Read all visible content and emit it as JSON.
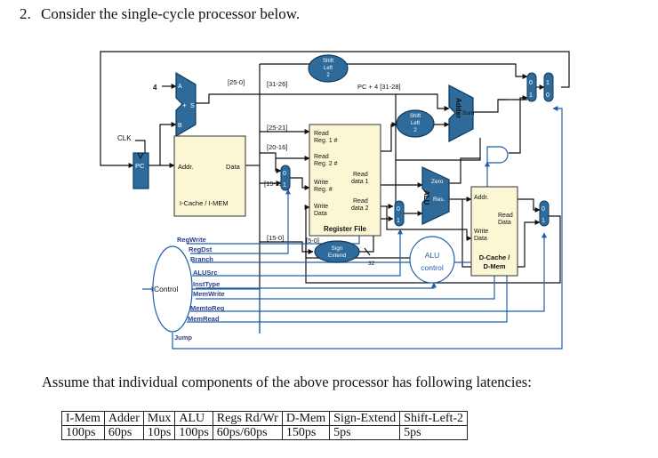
{
  "question": {
    "number": "2.",
    "text": "Consider the single-cycle processor below."
  },
  "diagram": {
    "clk": "CLK",
    "pc": "PC",
    "four": "4",
    "adder_a": "A",
    "adder_b": "B",
    "adder_s": "S",
    "adder_plus": "+",
    "imem_addr": "Addr.",
    "imem_data": "Data",
    "imem_name": "I-Cache / I-MEM",
    "bits_25_0": "[25-0]",
    "bits_31_26": "[31-26]",
    "bits_25_21": "[25-21]",
    "bits_20_16": "[20-16]",
    "bits_15_11": "[15-11]",
    "bits_15_0": "[15-0]",
    "bits_5_0": "[5-0]",
    "pc4_label": "PC + 4 [31-28]",
    "shift_top": [
      "Shift",
      "Left",
      "2"
    ],
    "shift_mid": [
      "Shift",
      "Left",
      "2"
    ],
    "sum": "Sum",
    "adder_vertical": "Adder",
    "rf_read_reg1": [
      "Read",
      "Reg. 1 #"
    ],
    "rf_read_reg2": [
      "Read",
      "Reg. 2 #"
    ],
    "rf_write_reg": [
      "Write",
      "Reg. #"
    ],
    "rf_write_data": [
      "Write",
      "Data"
    ],
    "rf_read_data1": [
      "Read",
      "data 1"
    ],
    "rf_read_data2": [
      "Read",
      "data 2"
    ],
    "rf_name": "Register File",
    "sign_extend": [
      "Sign",
      "Extend"
    ],
    "thirty_two": "32",
    "alu_zero": "Zero",
    "alu_res": "Res.",
    "alu_vertical": "ALU",
    "alu_control": [
      "ALU",
      "control"
    ],
    "dmem_addr": "Addr.",
    "dmem_read_data": [
      "Read",
      "Data"
    ],
    "dmem_write_data": [
      "Write",
      "Data"
    ],
    "dmem_name": [
      "D-Cache /",
      "D-Mem"
    ],
    "mux_0": "0",
    "mux_1": "1",
    "control": "Control",
    "signals": [
      "RegWrite",
      "RegDst",
      "Branch",
      "ALUSrc",
      "InstType",
      "MemWrite",
      "MemtoReg",
      "MemRead",
      "Jump"
    ]
  },
  "assumption_text": "Assume that individual components of the above processor has following latencies:",
  "latency_table": {
    "headers": [
      "I-Mem",
      "Adder",
      "Mux",
      "ALU",
      "Regs Rd/Wr",
      "D-Mem",
      "Sign-Extend",
      "Shift-Left-2"
    ],
    "values": [
      "100ps",
      "60ps",
      "10ps",
      "100ps",
      "60ps/60ps",
      "150ps",
      "5ps",
      "5ps"
    ]
  },
  "colors": {
    "wire": "#111111",
    "control_wire": "#1f5fa8",
    "component_fill": "#2e6b9a",
    "component_stroke": "#0d3a5c",
    "memory_fill": "#fbf6d4",
    "signal_text": "#2c3c8c"
  }
}
